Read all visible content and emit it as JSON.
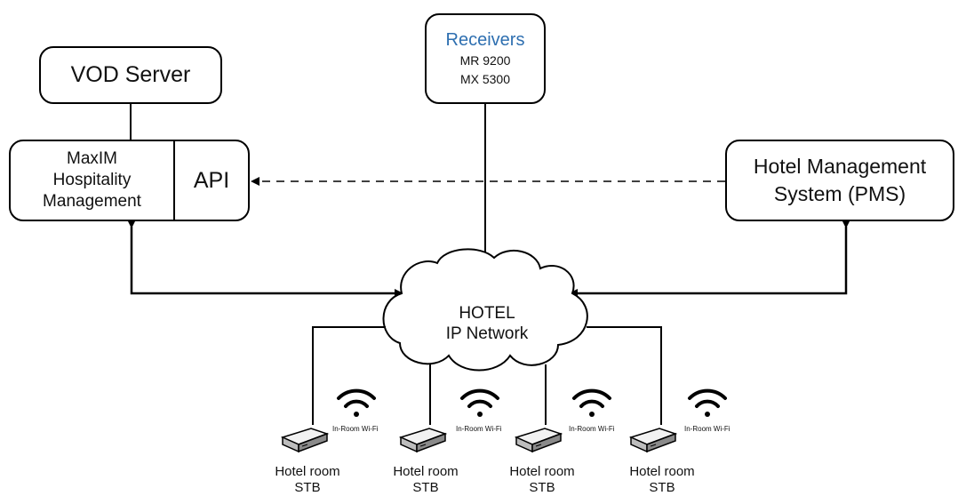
{
  "vod_server": "VOD Server",
  "hospitality": {
    "line1": "MaxIM",
    "line2": "Hospitality",
    "line3": "Management",
    "api": "API"
  },
  "receivers": {
    "title": "Receivers",
    "model1": "MR 9200",
    "model2": "MX 5300"
  },
  "pms": {
    "line1": "Hotel Management",
    "line2": "System (PMS)"
  },
  "network": {
    "line1": "HOTEL",
    "line2": "IP Network"
  },
  "stbs": [
    {
      "line1": "Hotel room",
      "line2": "STB",
      "wifi": "In-Room Wi-Fi"
    },
    {
      "line1": "Hotel room",
      "line2": "STB",
      "wifi": "In-Room Wi-Fi"
    },
    {
      "line1": "Hotel room",
      "line2": "STB",
      "wifi": "In-Room Wi-Fi"
    },
    {
      "line1": "Hotel room",
      "line2": "STB",
      "wifi": "In-Room Wi-Fi"
    }
  ],
  "colors": {
    "receivers_title": "#2e6fb0",
    "line": "#000000"
  }
}
